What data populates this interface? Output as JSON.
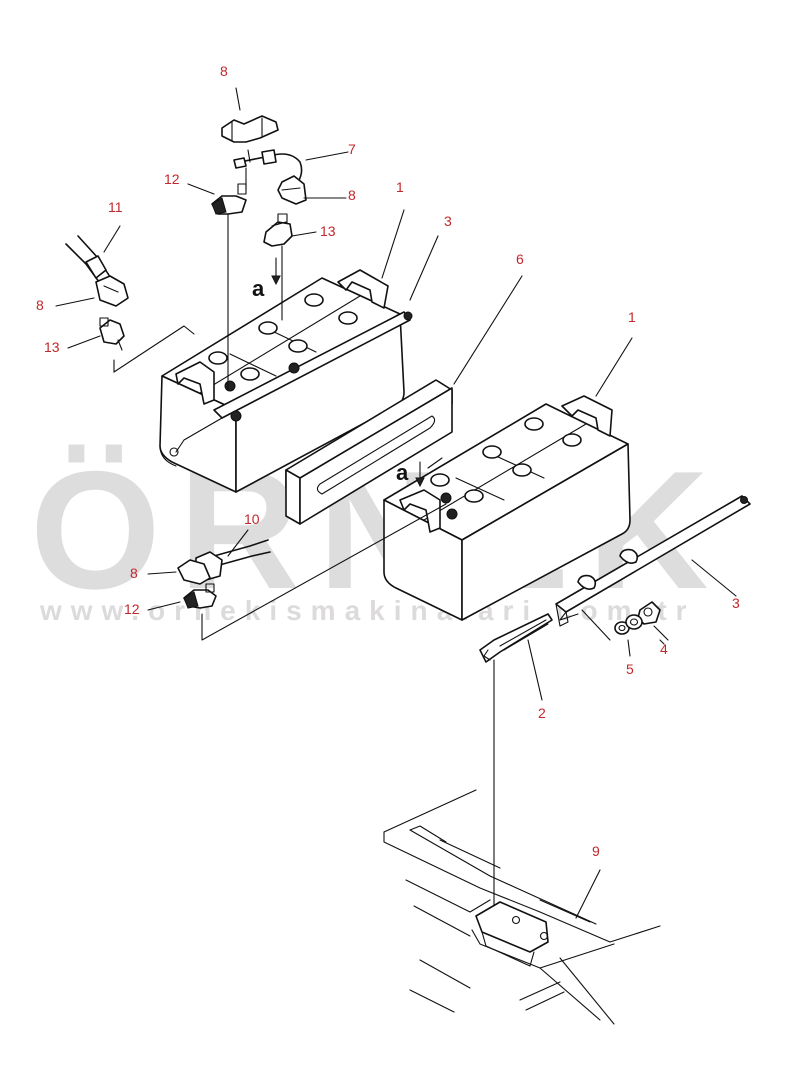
{
  "watermark": {
    "brand": "ÖRNEK",
    "url": "www.ornekismakinalari.com.tr",
    "accent_color": "#f2d06b",
    "text_color": "#d4d2d2"
  },
  "callout_color": "#c0282d",
  "view_letter": "a",
  "callouts": [
    {
      "id": "c8-top",
      "text": "8"
    },
    {
      "id": "c7",
      "text": "7"
    },
    {
      "id": "c12-top",
      "text": "12"
    },
    {
      "id": "c8-b",
      "text": "8"
    },
    {
      "id": "c11",
      "text": "11"
    },
    {
      "id": "c1-left",
      "text": "1"
    },
    {
      "id": "c3-top",
      "text": "3"
    },
    {
      "id": "c13-right",
      "text": "13"
    },
    {
      "id": "c6",
      "text": "6"
    },
    {
      "id": "c8-left",
      "text": "8"
    },
    {
      "id": "c13-left",
      "text": "13"
    },
    {
      "id": "c1-right",
      "text": "1"
    },
    {
      "id": "c10",
      "text": "10"
    },
    {
      "id": "c8-bottom",
      "text": "8"
    },
    {
      "id": "c12-bottom",
      "text": "12"
    },
    {
      "id": "c3-right",
      "text": "3"
    },
    {
      "id": "c4",
      "text": "4"
    },
    {
      "id": "c5",
      "text": "5"
    },
    {
      "id": "c2",
      "text": "2"
    },
    {
      "id": "c9",
      "text": "9"
    }
  ]
}
